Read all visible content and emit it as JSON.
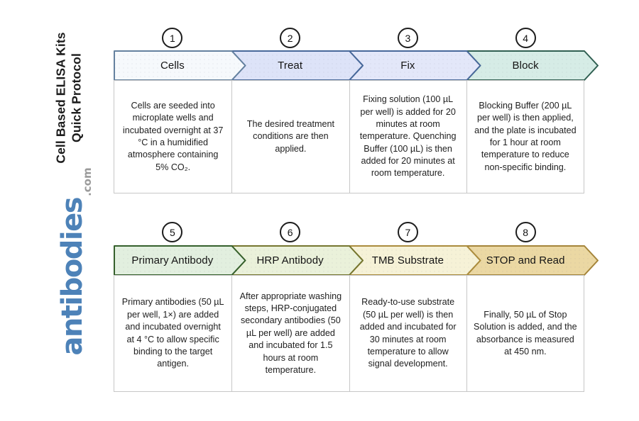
{
  "sidebar": {
    "title_line1": "Cell Based ELISA Kits",
    "title_line2": "Quick Protocol",
    "brand": "antibodies",
    "brand_tld": ".com",
    "brand_color": "#4d82b8",
    "tld_color": "#9b9b9b"
  },
  "steps": [
    {
      "number": "1",
      "label": "Cells",
      "fill": "#f6f9fc",
      "border": "#64819f",
      "description": "Cells are seeded into microplate wells and incubated overnight at 37 °C in a humidified atmosphere containing 5% CO₂."
    },
    {
      "number": "2",
      "label": "Treat",
      "fill": "#dde3f8",
      "border": "#47689a",
      "description": "The desired treatment conditions are then applied."
    },
    {
      "number": "3",
      "label": "Fix",
      "fill": "#e3e7f9",
      "border": "#47689a",
      "description": "Fixing solution (100 µL per well) is added for 20 minutes at room temperature. Quenching Buffer (100 µL) is then added for 20 minutes at room temperature."
    },
    {
      "number": "4",
      "label": "Block",
      "fill": "#d6ece6",
      "border": "#2f5f51",
      "description": "Blocking Buffer (200 µL per well) is then applied, and the plate is incubated for 1 hour at room temperature to reduce non-specific binding."
    },
    {
      "number": "5",
      "label": "Primary Antibody",
      "fill": "#e2efdf",
      "border": "#35602c",
      "description": "Primary antibodies (50 µL per well, 1×) are added and incubated overnight at 4 °C to allow specific binding to the target antigen."
    },
    {
      "number": "6",
      "label": "HRP Antibody",
      "fill": "#eaf1da",
      "border": "#75762f",
      "description": "After appropriate washing steps, HRP-conjugated secondary antibodies (50 µL per well) are added and incubated for 1.5 hours at room temperature."
    },
    {
      "number": "7",
      "label": "TMB Substrate",
      "fill": "#f6f2d7",
      "border": "#ab8c3c",
      "description": "Ready-to-use substrate (50 µL per well) is then added and incubated for 30 minutes at room temperature to allow signal development."
    },
    {
      "number": "8",
      "label": "STOP and Read",
      "fill": "#ebd8a3",
      "border": "#a5853a",
      "description": "Finally, 50 µL of Stop Solution is added, and the absorbance is measured at 450 nm."
    }
  ]
}
